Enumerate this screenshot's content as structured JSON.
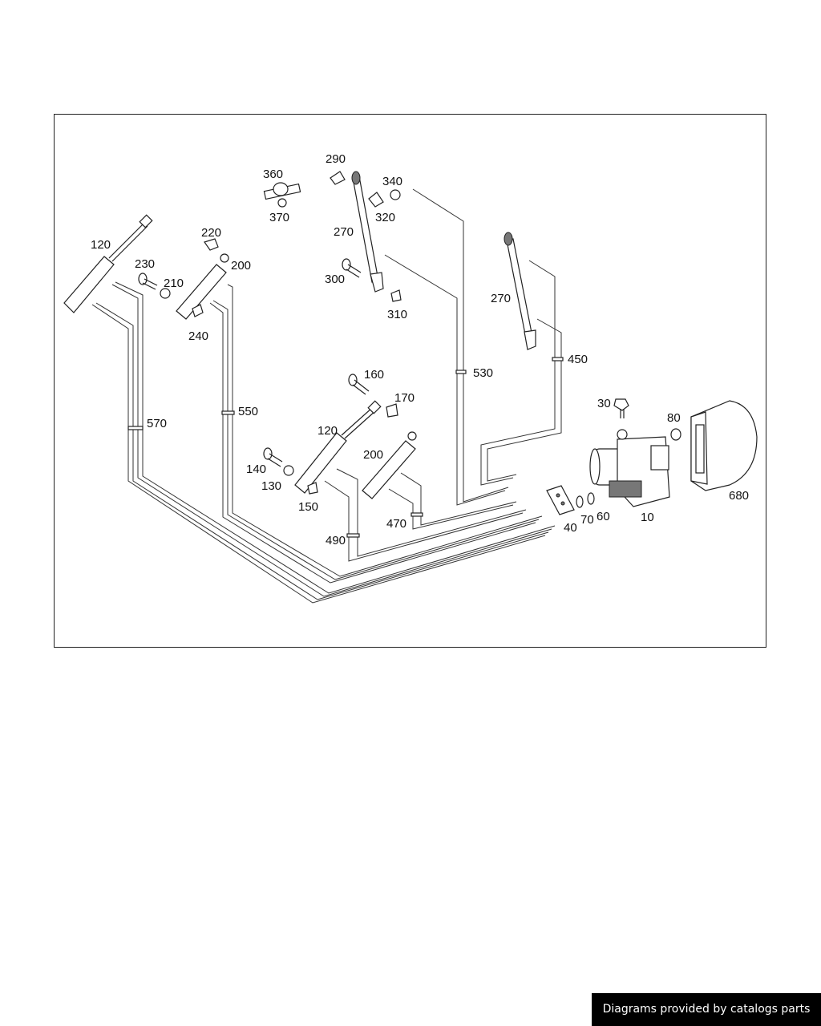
{
  "diagram": {
    "labels": {
      "l120a": "120",
      "l230": "230",
      "l210": "210",
      "l220": "220",
      "l200a": "200",
      "l240": "240",
      "l360": "360",
      "l370": "370",
      "l290": "290",
      "l340": "340",
      "l320": "320",
      "l270a": "270",
      "l300": "300",
      "l310": "310",
      "l270b": "270",
      "l450": "450",
      "l530": "530",
      "l550": "550",
      "l570": "570",
      "l160": "160",
      "l170": "170",
      "l120b": "120",
      "l200b": "200",
      "l140": "140",
      "l130": "130",
      "l150": "150",
      "l490": "490",
      "l470": "470",
      "l30": "30",
      "l80": "80",
      "l680": "680",
      "l40": "40",
      "l70": "70",
      "l60": "60",
      "l10": "10"
    }
  },
  "footer": {
    "credit": "Diagrams provided by catalogs parts"
  }
}
